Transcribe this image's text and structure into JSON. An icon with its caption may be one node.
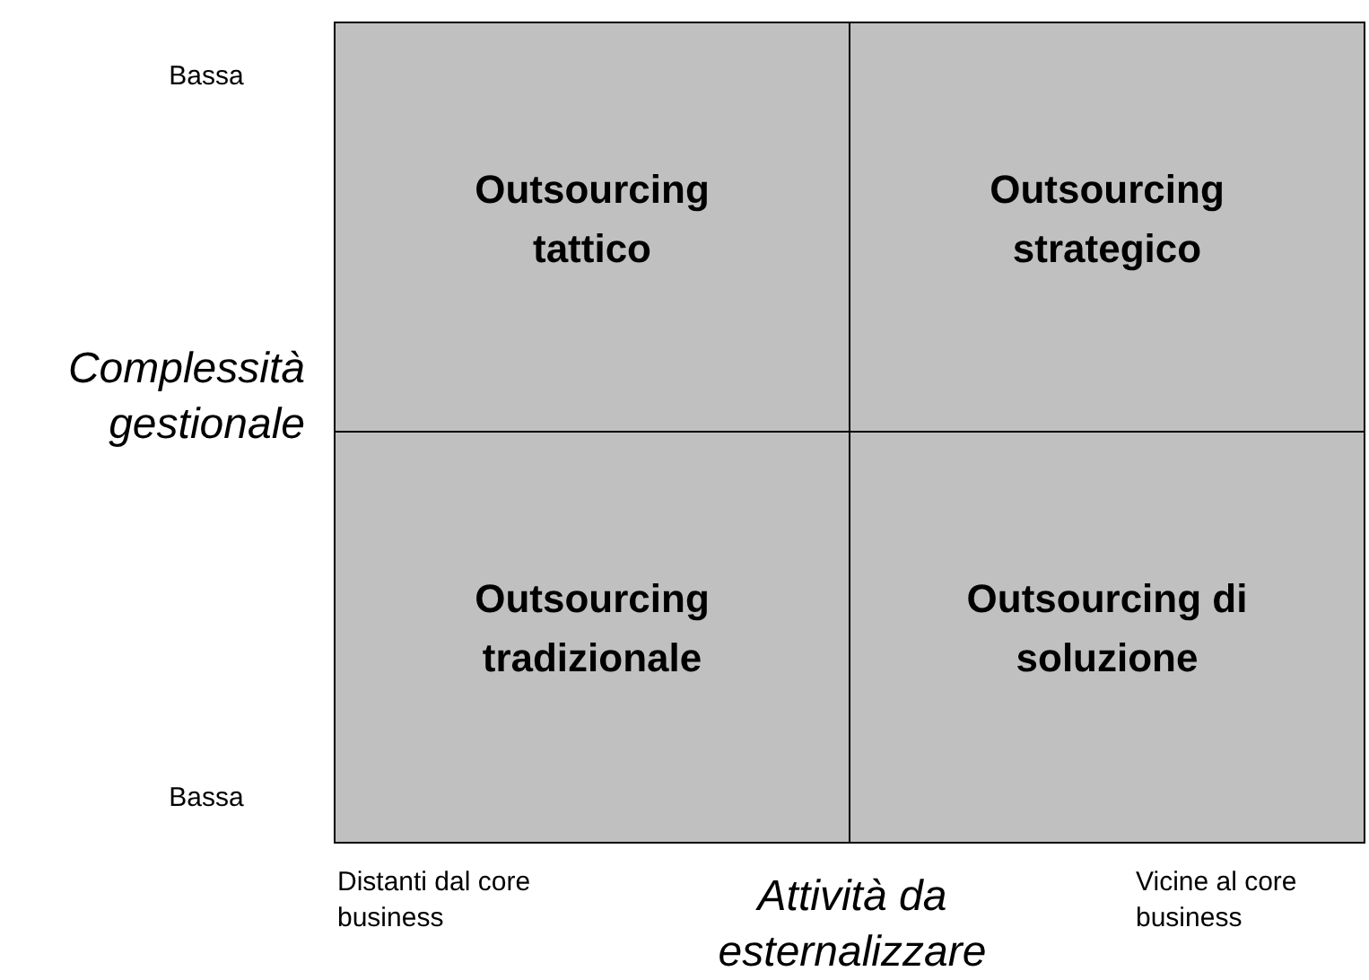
{
  "diagram": {
    "nodes": [
      {
        "text": [
          "Outsourcing tattico"
        ]
      },
      {
        "text": [
          "Outsourcing strategico"
        ]
      },
      {
        "text": [
          "Outsourcing tradizionale"
        ]
      },
      {
        "text": [
          "Outsourcing di soluzione"
        ]
      }
    ],
    "labels": [
      "Bassa",
      "Complessità gestionale",
      "Bassa",
      "Distanti dal core business",
      "Attività da esternalizzare",
      "Vicine al core business"
    ]
  }
}
